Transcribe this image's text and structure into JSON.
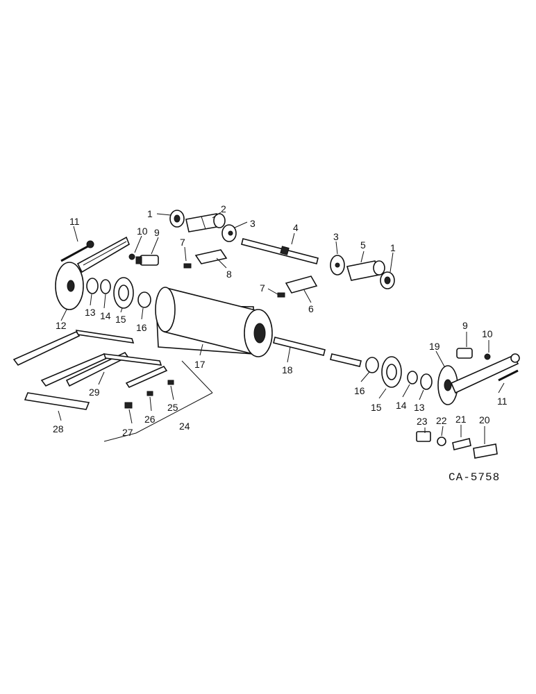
{
  "drawing_code": "CA-5758",
  "parts": [
    {
      "id": "1a",
      "label": "1"
    },
    {
      "id": "2",
      "label": "2"
    },
    {
      "id": "3a",
      "label": "3"
    },
    {
      "id": "4",
      "label": "4"
    },
    {
      "id": "3b",
      "label": "3"
    },
    {
      "id": "5",
      "label": "5"
    },
    {
      "id": "1b",
      "label": "1"
    },
    {
      "id": "11a",
      "label": "11"
    },
    {
      "id": "10a",
      "label": "10"
    },
    {
      "id": "9a",
      "label": "9"
    },
    {
      "id": "7a",
      "label": "7"
    },
    {
      "id": "8",
      "label": "8"
    },
    {
      "id": "7b",
      "label": "7"
    },
    {
      "id": "6",
      "label": "6"
    },
    {
      "id": "12",
      "label": "12"
    },
    {
      "id": "13a",
      "label": "13"
    },
    {
      "id": "14a",
      "label": "14"
    },
    {
      "id": "15a",
      "label": "15"
    },
    {
      "id": "16a",
      "label": "16"
    },
    {
      "id": "17",
      "label": "17"
    },
    {
      "id": "18",
      "label": "18"
    },
    {
      "id": "29",
      "label": "29"
    },
    {
      "id": "25",
      "label": "25"
    },
    {
      "id": "26",
      "label": "26"
    },
    {
      "id": "24",
      "label": "24"
    },
    {
      "id": "27",
      "label": "27"
    },
    {
      "id": "28",
      "label": "28"
    },
    {
      "id": "16b",
      "label": "16"
    },
    {
      "id": "15b",
      "label": "15"
    },
    {
      "id": "14b",
      "label": "14"
    },
    {
      "id": "13b",
      "label": "13"
    },
    {
      "id": "9b",
      "label": "9"
    },
    {
      "id": "10b",
      "label": "10"
    },
    {
      "id": "19",
      "label": "19"
    },
    {
      "id": "11b",
      "label": "11"
    },
    {
      "id": "23",
      "label": "23"
    },
    {
      "id": "22",
      "label": "22"
    },
    {
      "id": "21",
      "label": "21"
    },
    {
      "id": "20",
      "label": "20"
    }
  ]
}
